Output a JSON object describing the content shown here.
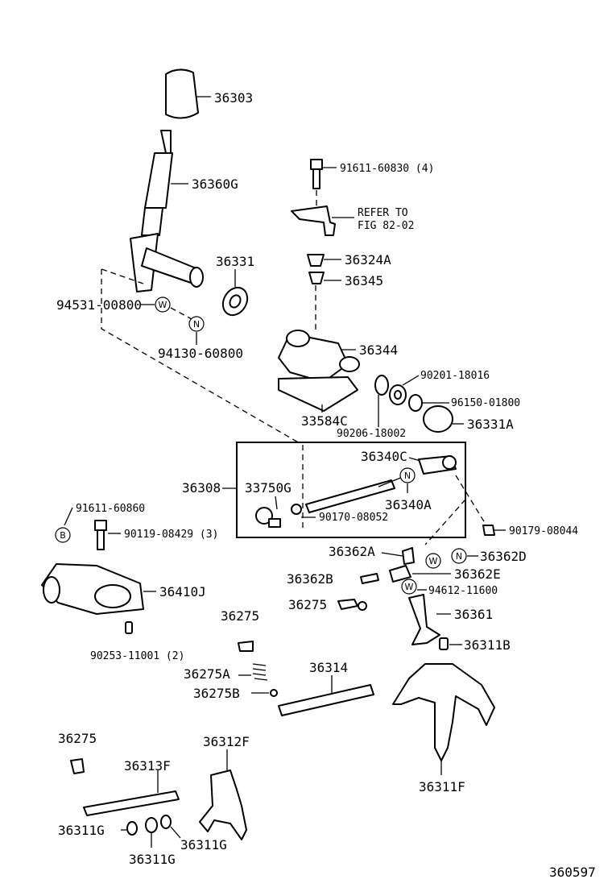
{
  "diagram": {
    "labels": {
      "p36303": "36303",
      "p36360G": "36360G",
      "p36331": "36331",
      "p94531": "94531-00800",
      "p94130": "94130-60800",
      "p91611_60830": "91611-60830 (4)",
      "refer_line1": "REFER TO",
      "refer_line2": "FIG 82-02",
      "p36324A": "36324A",
      "p36345": "36345",
      "p36344": "36344",
      "p90201": "90201-18016",
      "p96150": "96150-01800",
      "p33584C": "33584C",
      "p90206": "90206-18002",
      "p36331A": "36331A",
      "p36308": "36308",
      "p36340C": "36340C",
      "p33750G": "33750G",
      "p36340A": "36340A",
      "p90170": "90170-08052",
      "p91611_60860": "91611-60860",
      "p90119": "90119-08429 (3)",
      "p90179": "90179-08044",
      "p36362A": "36362A",
      "p36362D": "36362D",
      "p36362B": "36362B",
      "p36362E": "36362E",
      "p94612": "94612-11600",
      "p36410J": "36410J",
      "p36275_a": "36275",
      "p36361": "36361",
      "p36275_b": "36275",
      "p90253": "90253-11001 (2)",
      "p36311B": "36311B",
      "p36314": "36314",
      "p36275A": "36275A",
      "p36275B": "36275B",
      "p36275_c": "36275",
      "p36312F": "36312F",
      "p36313F": "36313F",
      "p36311F": "36311F",
      "p36311G_a": "36311G",
      "p36311G_b": "36311G",
      "p36311G_c": "36311G",
      "figure_number": "360597"
    },
    "markers": {
      "w1": "W",
      "n1": "N",
      "n2": "N",
      "b1": "B",
      "w2": "W",
      "n3": "N",
      "w3": "W"
    }
  }
}
